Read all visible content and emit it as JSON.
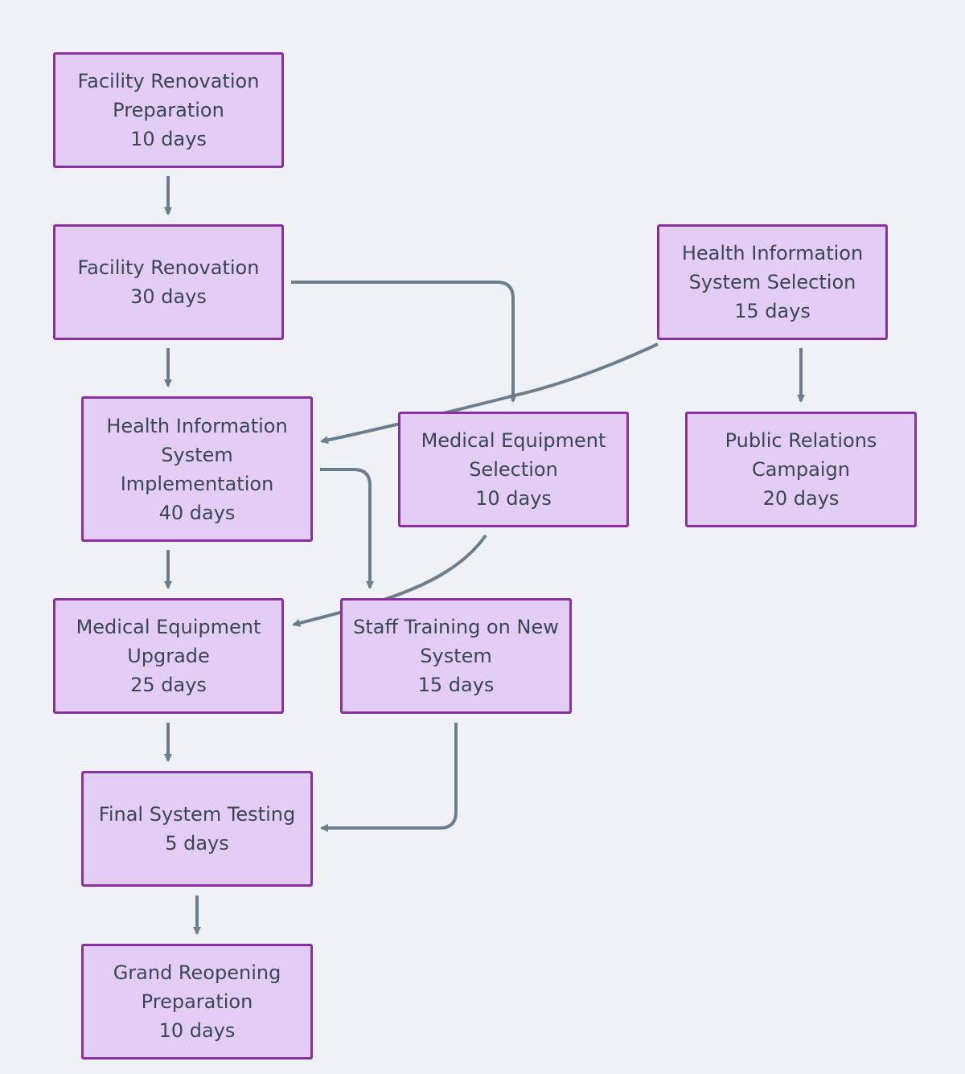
{
  "diagram": {
    "type": "flowchart",
    "colors": {
      "background": "#eef2f6",
      "node_fill": "#e3cdf4",
      "node_border": "#8a2f9f",
      "node_text": "#3b4556",
      "edge": "#6e7d8c"
    },
    "nodes": [
      {
        "id": "facility-renovation-preparation",
        "name": "Facility Renovation Preparation",
        "duration": "10 days"
      },
      {
        "id": "facility-renovation",
        "name": "Facility Renovation",
        "duration": "30 days"
      },
      {
        "id": "health-information-system-selection",
        "name": "Health Information System Selection",
        "duration": "15 days"
      },
      {
        "id": "health-information-system-implementation",
        "name": "Health Information System Implementation",
        "duration": "40 days"
      },
      {
        "id": "medical-equipment-selection",
        "name": "Medical Equipment Selection",
        "duration": "10 days"
      },
      {
        "id": "public-relations-campaign",
        "name": "Public Relations Campaign",
        "duration": "20 days"
      },
      {
        "id": "medical-equipment-upgrade",
        "name": "Medical Equipment Upgrade",
        "duration": "25 days"
      },
      {
        "id": "staff-training-on-new-system",
        "name": "Staff Training on New System",
        "duration": "15 days"
      },
      {
        "id": "final-system-testing",
        "name": "Final System Testing",
        "duration": "5 days"
      },
      {
        "id": "grand-reopening-preparation",
        "name": "Grand Reopening Preparation",
        "duration": "10 days"
      }
    ],
    "edges": [
      {
        "from": "facility-renovation-preparation",
        "to": "facility-renovation"
      },
      {
        "from": "facility-renovation",
        "to": "health-information-system-implementation"
      },
      {
        "from": "facility-renovation",
        "to": "medical-equipment-selection"
      },
      {
        "from": "health-information-system-selection",
        "to": "health-information-system-implementation"
      },
      {
        "from": "health-information-system-selection",
        "to": "public-relations-campaign"
      },
      {
        "from": "health-information-system-implementation",
        "to": "medical-equipment-upgrade"
      },
      {
        "from": "health-information-system-implementation",
        "to": "staff-training-on-new-system"
      },
      {
        "from": "medical-equipment-selection",
        "to": "medical-equipment-upgrade"
      },
      {
        "from": "medical-equipment-upgrade",
        "to": "final-system-testing"
      },
      {
        "from": "staff-training-on-new-system",
        "to": "final-system-testing"
      },
      {
        "from": "final-system-testing",
        "to": "grand-reopening-preparation"
      }
    ]
  }
}
